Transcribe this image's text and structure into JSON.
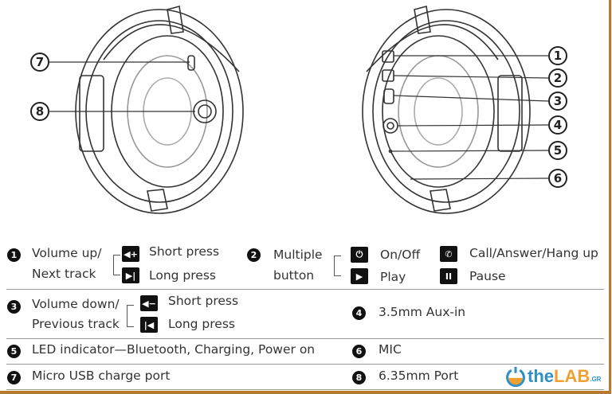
{
  "callouts": [
    "1",
    "2",
    "3",
    "4",
    "5",
    "6",
    "7",
    "8"
  ],
  "legend": {
    "row1": {
      "num": "1",
      "label_line1": "Volume up/",
      "label_line2": "Next track",
      "short": "Short press",
      "long": "Long press",
      "num2": "2",
      "label2_line1": "Multiple",
      "label2_line2": "button",
      "on_off": "On/Off",
      "play": "Play",
      "call": "Call/Answer/Hang up",
      "pause": "Pause"
    },
    "row2": {
      "num": "3",
      "label_line1": "Volume down/",
      "label_line2": "Previous track",
      "short": "Short press",
      "long": "Long press",
      "num4": "4",
      "aux": "3.5mm Aux-in"
    },
    "row3": {
      "num": "5",
      "led": "LED indicator—Bluetooth, Charging, Power on",
      "num6": "6",
      "mic": "MIC"
    },
    "row4": {
      "num": "7",
      "usb": "Micro USB charge port",
      "num8": "8",
      "port": "6.35mm Port"
    }
  },
  "logo": {
    "text_the": "the",
    "text_lab": "LAB",
    "text_gr": ".GR"
  },
  "colors": {
    "border": "#b9782e",
    "logo_blue": "#2f8fc9",
    "logo_orange": "#f0a030"
  }
}
